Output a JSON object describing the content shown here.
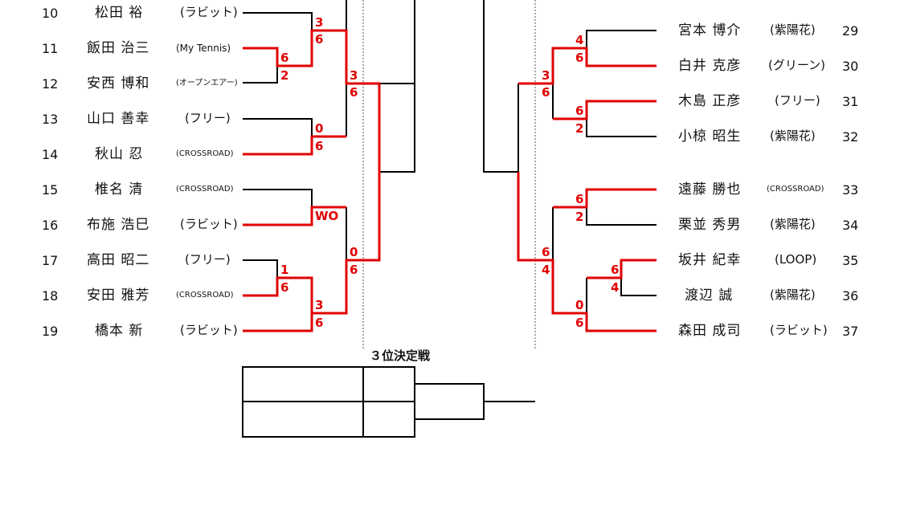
{
  "left_players": [
    {
      "no": "10",
      "name": "松田 裕",
      "club": "(ラビット)"
    },
    {
      "no": "11",
      "name": "飯田 治三",
      "club": "(My Tennis)"
    },
    {
      "no": "12",
      "name": "安西 博和",
      "club": "(オープンエアー)"
    },
    {
      "no": "13",
      "name": "山口 善幸",
      "club": "(フリー)"
    },
    {
      "no": "14",
      "name": "秋山 忍",
      "club": "(CROSSROAD)"
    },
    {
      "no": "15",
      "name": "椎名 清",
      "club": "(CROSSROAD)"
    },
    {
      "no": "16",
      "name": "布施 浩巳",
      "club": "(ラビット)"
    },
    {
      "no": "17",
      "name": "高田 昭二",
      "club": "(フリー)"
    },
    {
      "no": "18",
      "name": "安田 雅芳",
      "club": "(CROSSROAD)"
    },
    {
      "no": "19",
      "name": "橋本 新",
      "club": "(ラビット)"
    }
  ],
  "right_players": [
    {
      "no": "29",
      "name": "宮本 博介",
      "club": "(紫陽花)"
    },
    {
      "no": "30",
      "name": "白井 克彦",
      "club": "(グリーン)"
    },
    {
      "no": "31",
      "name": "木島 正彦",
      "club": "(フリー)"
    },
    {
      "no": "32",
      "name": "小椋 昭生",
      "club": "(紫陽花)"
    },
    {
      "no": "33",
      "name": "遠藤 勝也",
      "club": "(CROSSROAD)"
    },
    {
      "no": "34",
      "name": "栗並 秀男",
      "club": "(紫陽花)"
    },
    {
      "no": "35",
      "name": "坂井 紀幸",
      "club": "(LOOP)"
    },
    {
      "no": "36",
      "name": "渡辺 誠",
      "club": "(紫陽花)"
    },
    {
      "no": "37",
      "name": "森田 成司",
      "club": "(ラビット)"
    }
  ],
  "scores_left": [
    "3",
    "6",
    "6",
    "2",
    "3",
    "6",
    "0",
    "6",
    "WO",
    "0",
    "6",
    "1",
    "6",
    "3",
    "6"
  ],
  "scores_right": [
    "4",
    "6",
    "3",
    "6",
    "6",
    "2",
    "6",
    "2",
    "6",
    "4",
    "6",
    "4",
    "0",
    "6"
  ],
  "third_place_title": "３位決定戦",
  "colors": {
    "winner_line": "#e00000",
    "line": "#000000",
    "score": "#e00000"
  }
}
